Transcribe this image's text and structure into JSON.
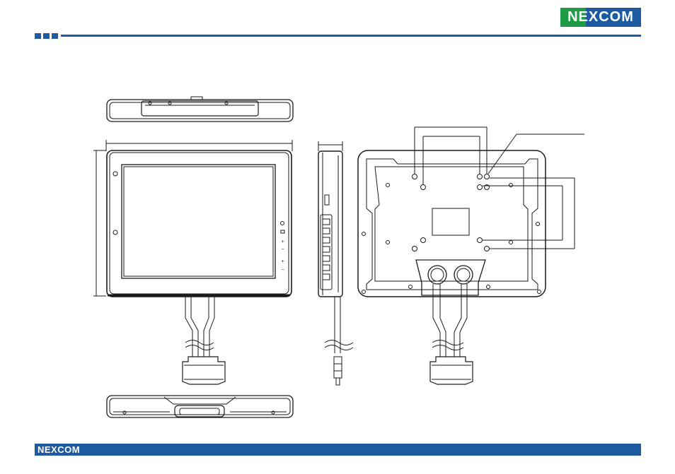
{
  "brand": {
    "logo_text": "NEXCOM",
    "footer_logo_text": "NEXCOM",
    "colors": {
      "blue": "#1e5aa0",
      "green": "#1f9a45",
      "line": "#1a1a1a"
    }
  },
  "drawing": {
    "views": [
      "top-view",
      "front-view",
      "side-view",
      "rear-view",
      "bottom-view"
    ],
    "front_buttons": [
      "power",
      "menu",
      "plus",
      "minus",
      "plus",
      "minus"
    ],
    "side_keys": [
      "key-1",
      "key-2",
      "key-3",
      "key-4",
      "key-5",
      "key-6",
      "key-7"
    ]
  }
}
